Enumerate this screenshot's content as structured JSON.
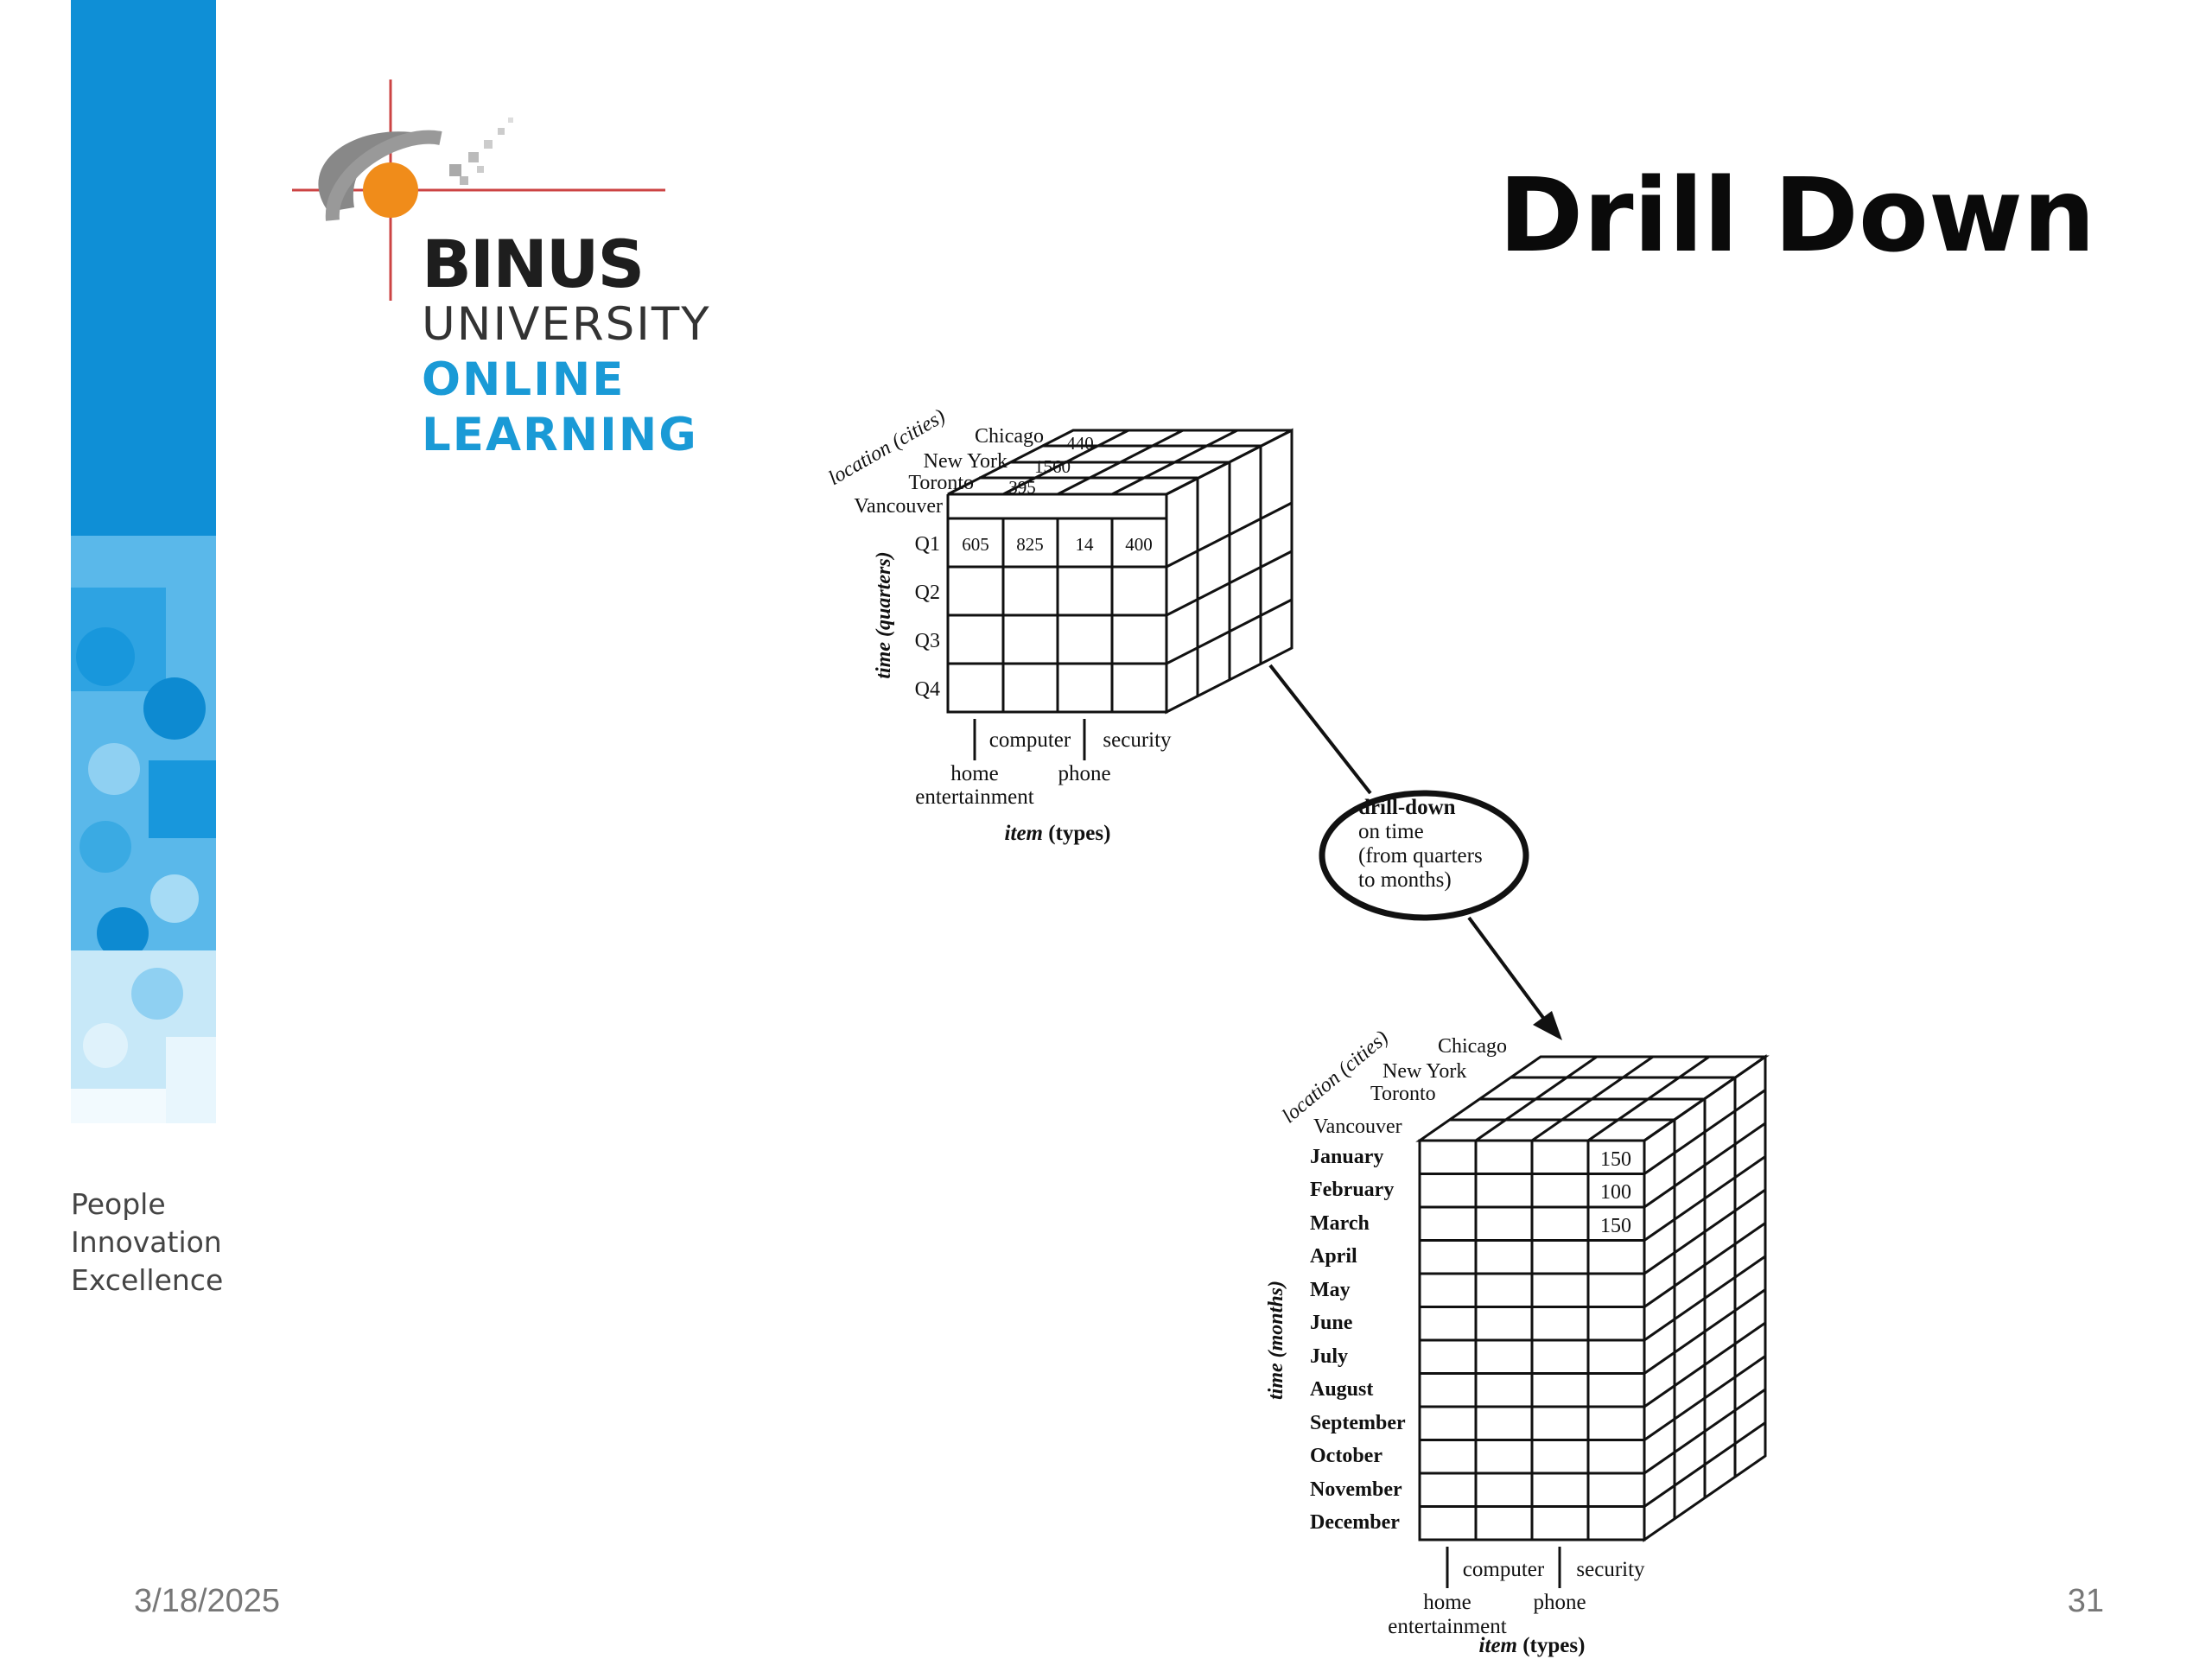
{
  "slide": {
    "title": "Drill Down",
    "date": "3/18/2025",
    "page_number": "31",
    "tagline": [
      "People",
      "Innovation",
      "Excellence"
    ],
    "logo": {
      "line1": "BINUS",
      "line2": "UNIVERSITY",
      "line3": "ONLINE",
      "line4": "LEARNING"
    },
    "colors": {
      "band": "#0f8fd6",
      "logo_orange": "#f08c1a",
      "logo_blue": "#1a9ad6"
    }
  },
  "top_cube": {
    "location_axis": "location (cities)",
    "cities": [
      "Chicago",
      "New York",
      "Toronto",
      "Vancouver"
    ],
    "back_values": [
      "440",
      "1560",
      "395"
    ],
    "time_axis": "time (quarters)",
    "rows": [
      "Q1",
      "Q2",
      "Q3",
      "Q4"
    ],
    "q1_values": [
      "605",
      "825",
      "14",
      "400"
    ],
    "item_upper": [
      "computer",
      "security"
    ],
    "item_lower": [
      "home",
      "entertainment",
      "phone"
    ],
    "item_axis_em": "item",
    "item_axis_rest": " (types)"
  },
  "operation": {
    "name": "drill-down",
    "lines": [
      "on time",
      "(from quarters",
      "to months)"
    ]
  },
  "bottom_cube": {
    "location_axis": "location (cities)",
    "cities": [
      "Chicago",
      "New York",
      "Toronto",
      "Vancouver"
    ],
    "time_axis": "time (months)",
    "rows": [
      "January",
      "February",
      "March",
      "April",
      "May",
      "June",
      "July",
      "August",
      "September",
      "October",
      "November",
      "December"
    ],
    "last_col_values": [
      "150",
      "100",
      "150"
    ],
    "item_upper": [
      "computer",
      "security"
    ],
    "item_lower": [
      "home",
      "entertainment",
      "phone"
    ],
    "item_axis_em": "item",
    "item_axis_rest": " (types)"
  }
}
